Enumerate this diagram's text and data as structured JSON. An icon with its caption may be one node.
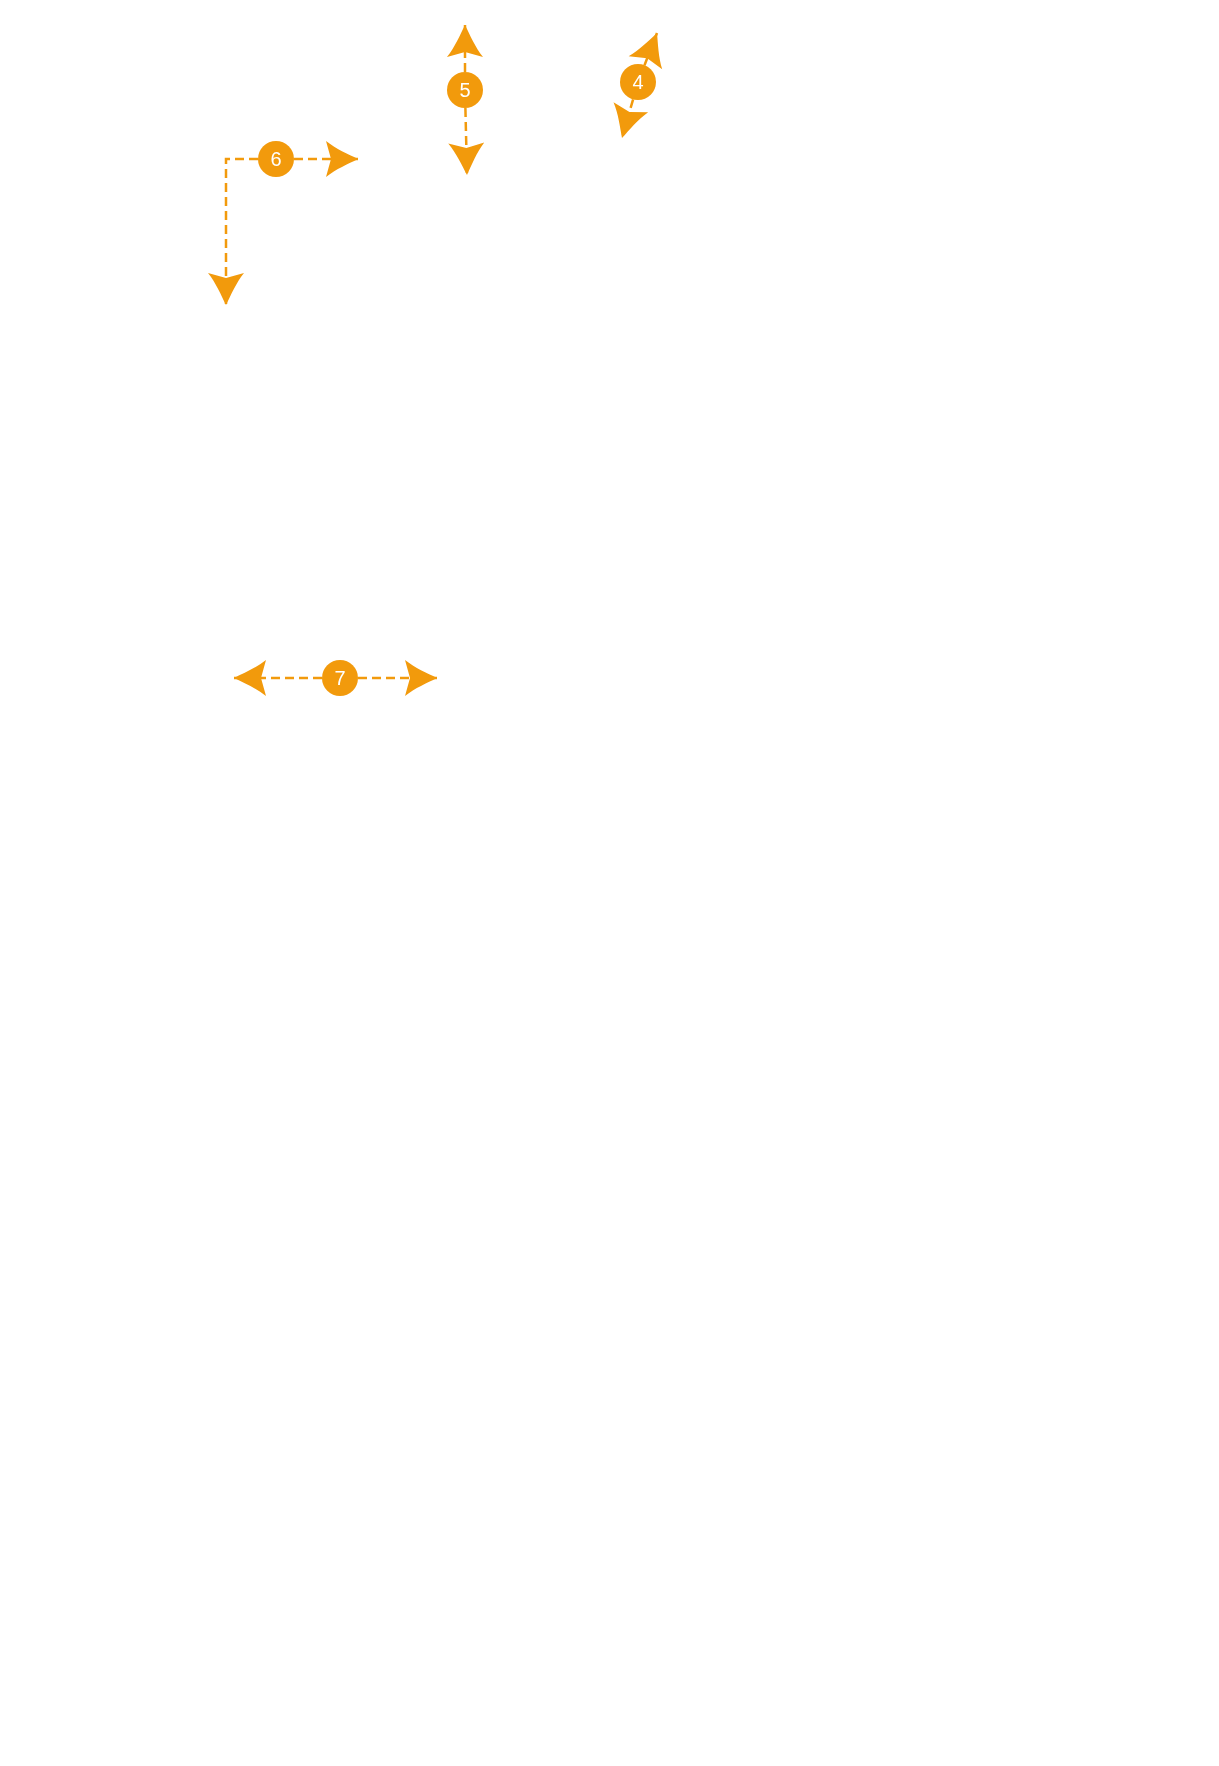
{
  "diagram": {
    "nodes": [
      {
        "text": [
          "5"
        ]
      },
      {
        "text": [
          "4"
        ]
      },
      {
        "text": [
          "6"
        ]
      },
      {
        "text": [
          "7"
        ]
      }
    ],
    "edges": [
      {
        "from": 0,
        "to": null,
        "arrow": "to",
        "style": "dashed"
      },
      {
        "from": 0,
        "to": null,
        "arrow": "to",
        "style": "dashed"
      },
      {
        "from": 1,
        "to": null,
        "arrow": "to",
        "style": "dashed"
      },
      {
        "from": 1,
        "to": null,
        "arrow": "to",
        "style": "dashed"
      },
      {
        "from": 2,
        "to": null,
        "arrow": "to",
        "style": "dashed"
      },
      {
        "from": 2,
        "to": null,
        "arrow": "to",
        "style": "dashed"
      },
      {
        "from": 3,
        "to": null,
        "arrow": "to",
        "style": "dashed"
      },
      {
        "from": 3,
        "to": null,
        "arrow": "to",
        "style": "dashed"
      }
    ]
  }
}
